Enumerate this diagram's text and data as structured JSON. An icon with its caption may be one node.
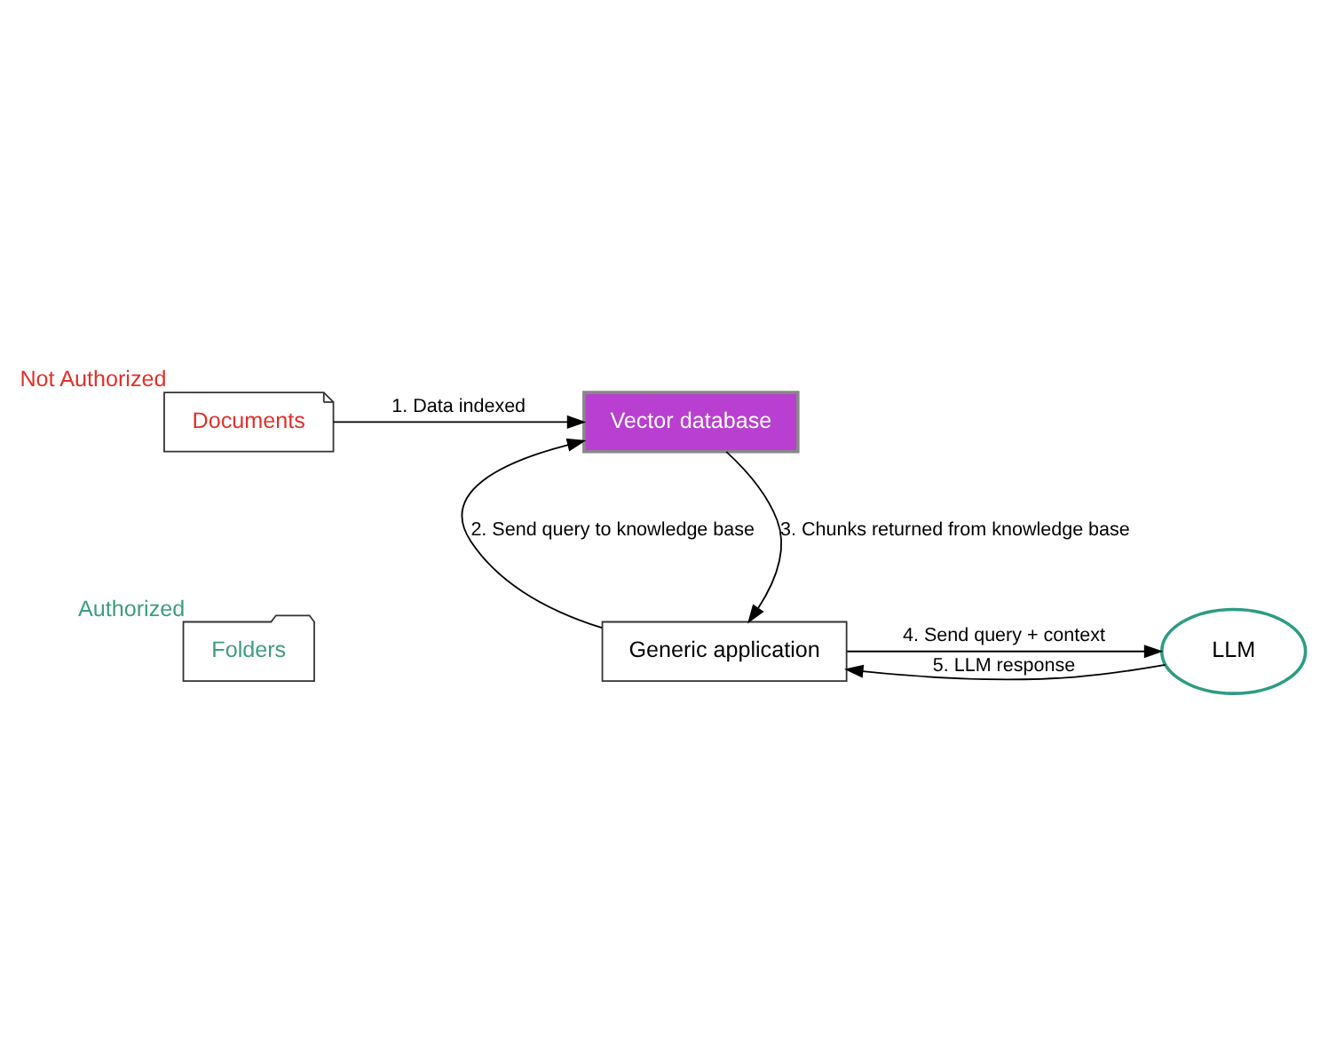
{
  "diagram": {
    "nodes": [
      {
        "text": [
          "Vector database"
        ]
      },
      {
        "text": [
          "Documents"
        ],
        "beside": [
          "Not Authorized"
        ]
      },
      {
        "text": [
          "Folders"
        ],
        "beside": [
          "Authorized"
        ]
      },
      {
        "text": [
          "Generic application"
        ]
      },
      {
        "text": [
          "LLM"
        ]
      }
    ],
    "edges": [
      {
        "from": 1,
        "to": 0,
        "arrow": "to",
        "label": "1. Data indexed"
      },
      {
        "from": 3,
        "to": 0,
        "arrow": "to",
        "label": "2. Send query to knowledge base"
      },
      {
        "from": 0,
        "to": 3,
        "arrow": "to",
        "label": "3. Chunks returned from knowledge base"
      },
      {
        "from": 3,
        "to": 4,
        "arrow": "to",
        "label": "4. Send query + context"
      },
      {
        "from": 4,
        "to": 3,
        "arrow": "to",
        "label": "5. LLM response"
      }
    ]
  }
}
